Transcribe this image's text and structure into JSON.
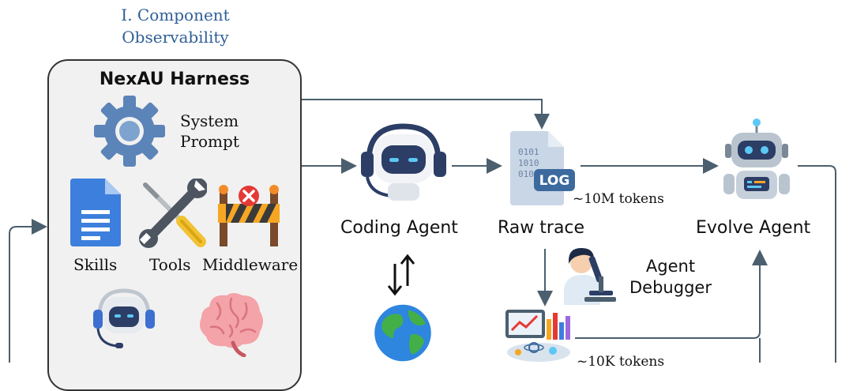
{
  "section_title": [
    "I. Component",
    "Observability"
  ],
  "harness": {
    "title": "NexAU Harness",
    "system_prompt": [
      "System",
      "Prompt"
    ],
    "skills": "Skills",
    "tools": "Tools",
    "middleware": "Middleware"
  },
  "nodes": {
    "coding_agent": "Coding Agent",
    "raw_trace": "Raw trace",
    "evolve_agent": "Evolve Agent",
    "agent_debugger": [
      "Agent",
      "Debugger"
    ],
    "log_badge": "LOG",
    "log_bits": [
      "0101",
      "1010",
      "0101"
    ]
  },
  "annotations": {
    "raw_tokens": "~10M tokens",
    "summary_tokens": "~10K tokens"
  },
  "colors": {
    "title_blue": "#2f5f96",
    "arrow": "#4b5f6e",
    "gear": "#5b84b8",
    "doc_blue": "#3d7fdc",
    "robot_navy": "#2c3e66"
  }
}
